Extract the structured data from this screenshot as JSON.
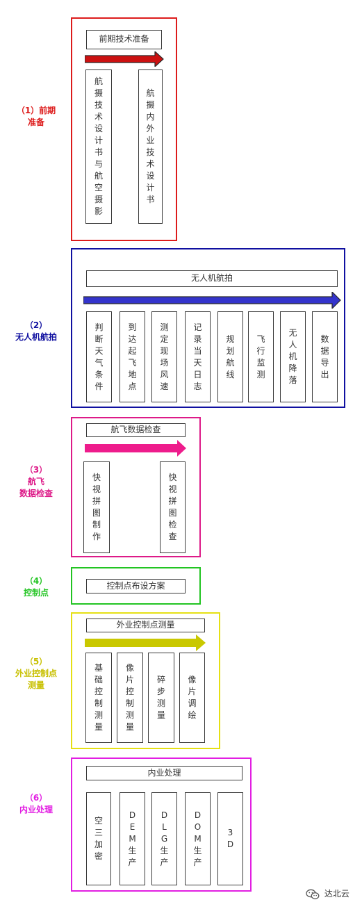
{
  "colors": {
    "stage1": "#dd1b1b",
    "stage2": "#1010a0",
    "stage3": "#dd1a88",
    "stage4": "#22c422",
    "stage5": "#e5e014",
    "stage6": "#e21ee2",
    "arrow1": "#cc1111",
    "arrow2": "#3434cc",
    "arrow3": "#ee1c8c",
    "arrow5": "#c9c800",
    "label5": "#c8c000"
  },
  "stages": [
    {
      "label": [
        "（1）前期",
        "准备"
      ],
      "title": "前期技术准备",
      "steps": [
        "航摄技术设计书与航空摄影",
        "航摄内外业技术设计书"
      ]
    },
    {
      "label": [
        "（2）",
        "无人机航拍"
      ],
      "title": "无人机航拍",
      "steps": [
        "判断天气条件",
        "到达起飞地点",
        "测定现场风速",
        "记录当天日志",
        "规划航线",
        "飞行监测",
        "无人机降落",
        "数据导出"
      ]
    },
    {
      "label": [
        "（3）",
        "航飞",
        "数据检查"
      ],
      "title": "航飞数据检查",
      "steps": [
        "快视拼图制作",
        "快视拼图检查"
      ]
    },
    {
      "label": [
        "（4）",
        "控制点"
      ],
      "title": "控制点布设方案",
      "steps": []
    },
    {
      "label": [
        "（5）",
        "外业控制点",
        "测量"
      ],
      "title": "外业控制点测量",
      "steps": [
        "基础控制测量",
        "像片控制测量",
        "碎步测量",
        "像片调绘"
      ]
    },
    {
      "label": [
        "（6）",
        "内业处理"
      ],
      "title": "内业处理",
      "steps": [
        "空三加密",
        "DEM生产",
        "DLG生产",
        "DOM生产",
        "3D"
      ]
    }
  ],
  "watermark": {
    "icon": "wechat-icon",
    "text": "达北云"
  }
}
